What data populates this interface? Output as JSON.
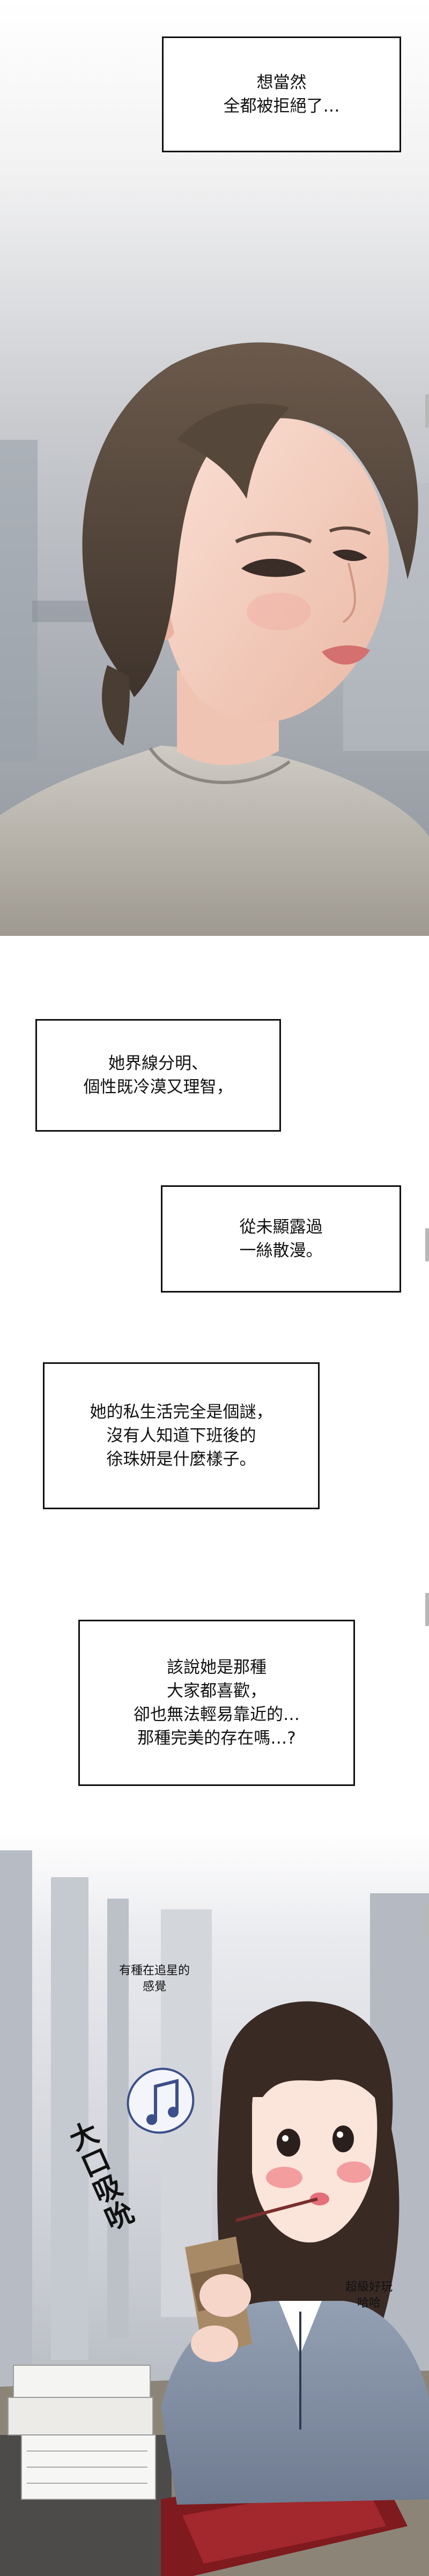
{
  "captions": [
    {
      "lines": [
        "想當然",
        "全都被拒絕了…"
      ]
    },
    {
      "lines": [
        "她界線分明、",
        "個性既冷漠又理智，"
      ]
    },
    {
      "lines": [
        "從未顯露過",
        "一絲散漫。"
      ]
    },
    {
      "lines": [
        "她的私生活完全是個謎，",
        "沒有人知道下班後的",
        "徐珠妍是什麼樣子。"
      ]
    },
    {
      "lines": [
        "該說她是那種",
        "大家都喜歡，",
        "卻也無法輕易靠近的…",
        "那種完美的存在嗎…?"
      ]
    }
  ],
  "scene2": {
    "bubble_left": [
      "有種在追星的",
      "感覺"
    ],
    "sfx_big": "大口吸吮",
    "bubble_right": [
      "超級好玩",
      "哈哈"
    ]
  },
  "colors": {
    "caption_border": "#111111",
    "caption_bg": "#ffffff",
    "blush": "#f07f86"
  },
  "icons": [
    "music-note-icon",
    "scroll-indicator"
  ]
}
